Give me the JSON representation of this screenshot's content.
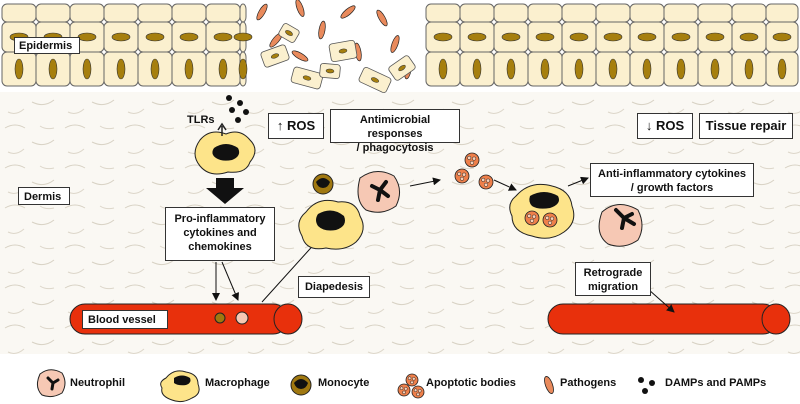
{
  "labels": {
    "epidermis": "Epidermis",
    "dermis": "Dermis",
    "tlrs": "TLRs",
    "ros_up": "↑ ROS",
    "antimicrobial": "Antimicrobial responses\n/ phagocytosis",
    "ros_down": "↓ ROS",
    "tissue_repair": "Tissue repair",
    "pro_inflammatory": "Pro-inflammatory\ncytokines and\nchemokines",
    "diapedesis": "Diapedesis",
    "anti_inflammatory": "Anti-inflammatory cytokines\n/ growth factors",
    "retrograde": "Retrograde\nmigration",
    "blood_vessel": "Blood vessel"
  },
  "legend": [
    {
      "icon": "neutrophil-icon",
      "label": "Neutrophil"
    },
    {
      "icon": "macrophage-icon",
      "label": "Macrophage"
    },
    {
      "icon": "monocyte-icon",
      "label": "Monocyte"
    },
    {
      "icon": "apoptotic-bodies-icon",
      "label": "Apoptotic bodies"
    },
    {
      "icon": "pathogens-icon",
      "label": "Pathogens"
    },
    {
      "icon": "damps-pamps-icon",
      "label": "DAMPs and PAMPs"
    }
  ],
  "colors": {
    "vessel": "#e8300c",
    "macrophage": "#fde48a",
    "neutrophil": "#f6c8b4",
    "monocyte": "#a07810",
    "apoptotic": "#ee7f4a",
    "pathogen": "#e98a5c",
    "nucleus": "#3c2e1c",
    "keratinocyte": "#fbf0cf",
    "keratinocyte_nucleus": "#a67f0e"
  }
}
